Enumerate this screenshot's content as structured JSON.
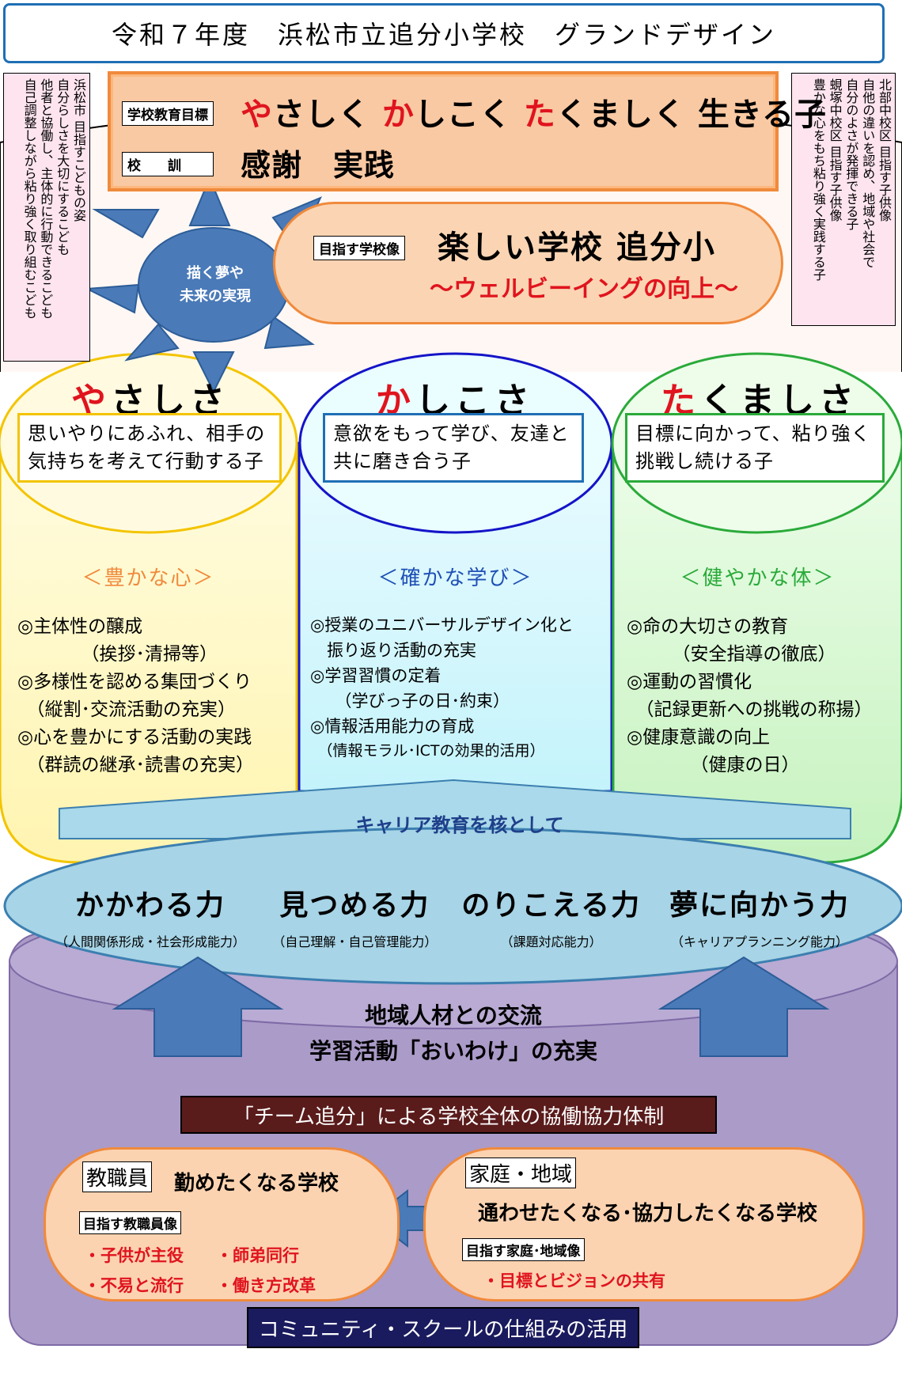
{
  "title": "令和７年度　浜松市立追分小学校　グランドデザイン",
  "goal": {
    "label": "学校教育目標",
    "parts": [
      "や",
      "さしく ",
      "か",
      "しこく ",
      "た",
      "くましく 生きる子"
    ],
    "motto_label": "校　　訓",
    "motto": "感謝　実践"
  },
  "left_note": {
    "lines": [
      "浜松市 目指すこどもの姿",
      "自分らしさを大切にするこども",
      "他者と協働し、主体的に行動できるこども",
      "自己調整しながら粘り強く取り組むこども"
    ]
  },
  "right_note": {
    "lines": [
      "北部中校区 目指す子供像",
      "自他の違いを認め、地域や社会で",
      "自分のよさが発揮できる子",
      "蜆塚中校区 目指す子供像",
      "豊かな心をもち粘り強く実践する子"
    ]
  },
  "sun_text": {
    "line1": "描く夢や",
    "line2": "未来の実現"
  },
  "school_image": {
    "label": "目指す学校像",
    "title": "楽しい学校 追分小",
    "subtitle": "～ウェルビーイングの向上～"
  },
  "pillars": [
    {
      "head_red": "や",
      "head_rest": "さしさ",
      "desc": [
        "思いやりにあふれ、相手の",
        "気持ちを考えて行動する子"
      ],
      "sub": "＜豊かな心＞",
      "items": [
        "◎主体性の醸成",
        "　　　　（挨拶･清掃等）",
        "◎多様性を認める集団づくり",
        "　（縦割･交流活動の充実）",
        "◎心を豊かにする活動の実践",
        "　（群読の継承･読書の充実）"
      ]
    },
    {
      "head_red": "か",
      "head_rest": "しこさ",
      "desc": [
        "意欲をもって学び、友達と",
        "共に磨き合う子"
      ],
      "sub": "＜確かな学び＞",
      "items": [
        "◎授業のユニバーサルデザイン化と",
        "　振り返り活動の充実",
        "◎学習習慣の定着",
        "　　（学びっ子の日･約束）",
        "◎情報活用能力の育成",
        "　（情報モラル･ICTの効果的活用）"
      ]
    },
    {
      "head_red": "た",
      "head_rest": "くましさ",
      "desc": [
        "目標に向かって、粘り強く",
        "挑戦し続ける子"
      ],
      "sub": "＜健やかな体＞",
      "items": [
        "◎命の大切さの教育",
        "　　　（安全指導の徹底）",
        "◎運動の習慣化",
        "　（記録更新への挑戦の称揚）",
        "◎健康意識の向上",
        "　　　　（健康の日）"
      ]
    }
  ],
  "career_label": "キャリア教育を核として",
  "powers": [
    {
      "name": "かかわる力",
      "sub": "（人間関係形成・社会形成能力）"
    },
    {
      "name": "見つめる力",
      "sub": "（自己理解・自己管理能力）"
    },
    {
      "name": "のりこえる力",
      "sub": "（課題対応能力）"
    },
    {
      "name": "夢に向かう力",
      "sub": "（キャリアプランニング能力）"
    }
  ],
  "community": {
    "line1": "地域人材との交流",
    "line2": "学習活動「おいわけ」の充実"
  },
  "team_bar": "「チーム追分」による学校全体の協働協力体制",
  "staff": {
    "tag": "教職員",
    "title": "勤めたくなる学校",
    "sub": "目指す教職員像",
    "items": [
      "・子供が主役",
      "・師弟同行",
      "・不易と流行",
      "・働き方改革"
    ]
  },
  "family": {
    "tag": "家庭・地域",
    "title": "通わせたくなる･協力したくなる学校",
    "sub": "目指す家庭･地域像",
    "items": [
      "・目標とビジョンの共有"
    ]
  },
  "cs_bar": "コミュニティ・スクールの仕組みの活用",
  "colors": {
    "accent_red": "#e0141e",
    "orange": "#f08a3c",
    "blue": "#4a7ab8",
    "purple": "#ab9bc8",
    "dark_red_bar": "#5a1b1b",
    "navy_bar": "#1a1a5e"
  }
}
